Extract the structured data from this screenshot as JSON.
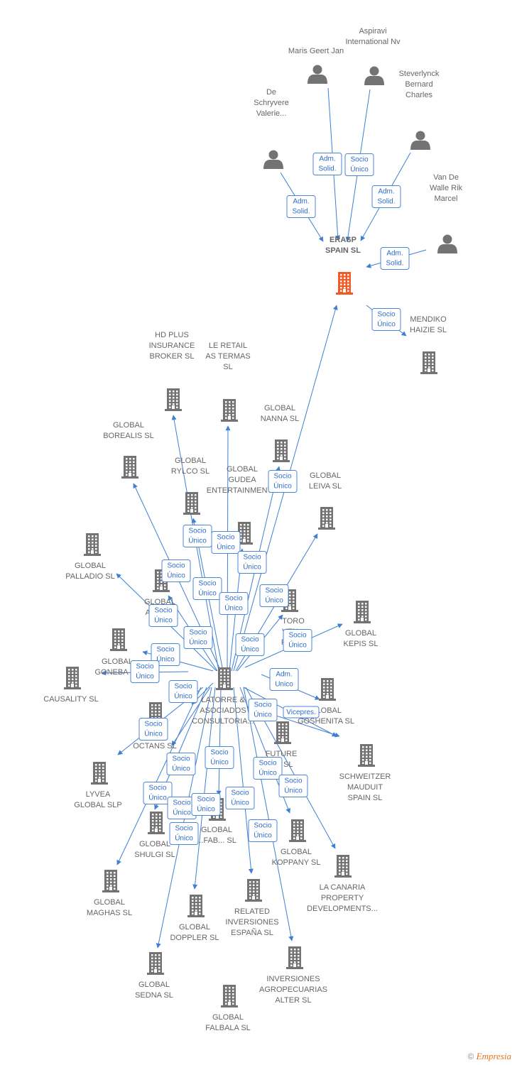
{
  "colors": {
    "edge": "#3f7fd4",
    "company": "#737373",
    "company_main": "#f05a24",
    "person": "#737373",
    "text": "#666666",
    "badge_text": "#2e6cc4"
  },
  "copyright": {
    "symbol": "©",
    "brand": "Empresia"
  },
  "nodes": [
    {
      "id": "maris",
      "type": "person",
      "lines": [
        "Maris Geert Jan"
      ]
    },
    {
      "id": "aspiravi",
      "type": "person",
      "lines": [
        "Aspiravi",
        "International Nv"
      ]
    },
    {
      "id": "steverlynck",
      "type": "person",
      "lines": [
        "Steverlynck",
        "Bernard",
        "Charles"
      ]
    },
    {
      "id": "deschryvere",
      "type": "person",
      "lines": [
        "De",
        "Schryvere",
        "Valerie..."
      ]
    },
    {
      "id": "vandewalle",
      "type": "person",
      "lines": [
        "Van De",
        "Walle Rik",
        "Marcel"
      ]
    },
    {
      "id": "erasp",
      "type": "main",
      "lines": [
        "ERASP",
        "SPAIN  SL"
      ]
    },
    {
      "id": "mendiko",
      "type": "company",
      "lines": [
        "MENDIKO",
        "HAIZIE  SL"
      ]
    },
    {
      "id": "hdplus",
      "type": "company",
      "lines": [
        "HD PLUS",
        "INSURANCE",
        "BROKER  SL"
      ]
    },
    {
      "id": "leretail",
      "type": "company",
      "lines": [
        "LE RETAIL",
        "AS TERMAS",
        "SL"
      ]
    },
    {
      "id": "nanna",
      "type": "company",
      "lines": [
        "GLOBAL",
        "NANNA  SL"
      ]
    },
    {
      "id": "borealis",
      "type": "company",
      "lines": [
        "GLOBAL",
        "BOREALIS  SL"
      ]
    },
    {
      "id": "rylco",
      "type": "company",
      "lines": [
        "GLOBAL",
        "RYLCO  SL"
      ]
    },
    {
      "id": "gudea",
      "type": "company",
      "lines": [
        "GLOBAL",
        "GUDEA",
        "ENTERTAINMENT..."
      ]
    },
    {
      "id": "leiva",
      "type": "company",
      "lines": [
        "GLOBAL",
        "LEIVA  SL"
      ]
    },
    {
      "id": "palladio",
      "type": "company",
      "lines": [
        "GLOBAL",
        "PALLADIO  SL"
      ]
    },
    {
      "id": "ar",
      "type": "company",
      "lines": [
        "GLOBAL",
        "AR...  SL"
      ]
    },
    {
      "id": "toro",
      "type": "company",
      "lines": [
        "TORO",
        "VEN...",
        "FINA..."
      ]
    },
    {
      "id": "kepis",
      "type": "company",
      "lines": [
        "GLOBAL",
        "KEPIS  SL"
      ]
    },
    {
      "id": "goneba",
      "type": "company",
      "lines": [
        "GLOBAL",
        "GONEBA  SL"
      ]
    },
    {
      "id": "causality",
      "type": "company",
      "lines": [
        "CAUSALITY  SL"
      ]
    },
    {
      "id": "latorre",
      "type": "company",
      "lines": [
        "LATORRE &",
        "ASOCIADOS",
        "CONSULTORIA..."
      ]
    },
    {
      "id": "goshenita",
      "type": "company",
      "lines": [
        "GLOBAL",
        "GOSHENITA SL"
      ]
    },
    {
      "id": "octans",
      "type": "company",
      "lines": [
        "OCTANS  SL"
      ]
    },
    {
      "id": "future",
      "type": "company",
      "lines": [
        "FUTURE",
        "...E  SL"
      ]
    },
    {
      "id": "schweitzer",
      "type": "company",
      "lines": [
        "SCHWEITZER",
        "MAUDUIT",
        "SPAIN  SL"
      ]
    },
    {
      "id": "lyvea",
      "type": "company",
      "lines": [
        "LYVEA",
        "GLOBAL  SLP"
      ]
    },
    {
      "id": "shulgi",
      "type": "company",
      "lines": [
        "GLOBAL",
        "SHULGI  SL"
      ]
    },
    {
      "id": "fab",
      "type": "company",
      "lines": [
        "GLOBAL",
        "...FAB...  SL"
      ]
    },
    {
      "id": "koppany",
      "type": "company",
      "lines": [
        "GLOBAL",
        "KOPPANY  SL"
      ]
    },
    {
      "id": "lacanaria",
      "type": "company",
      "lines": [
        "LA CANARIA",
        "PROPERTY",
        "DEVELOPMENTS..."
      ]
    },
    {
      "id": "maghas",
      "type": "company",
      "lines": [
        "GLOBAL",
        "MAGHAS  SL"
      ]
    },
    {
      "id": "doppler",
      "type": "company",
      "lines": [
        "GLOBAL",
        "DOPPLER  SL"
      ]
    },
    {
      "id": "related",
      "type": "company",
      "lines": [
        "RELATED",
        "INVERSIONES",
        "ESPAÑA  SL"
      ]
    },
    {
      "id": "sedna",
      "type": "company",
      "lines": [
        "GLOBAL",
        "SEDNA  SL"
      ]
    },
    {
      "id": "alter",
      "type": "company",
      "lines": [
        "INVERSIONES",
        "AGROPECUARIAS",
        "ALTER  SL"
      ]
    },
    {
      "id": "falbala",
      "type": "company",
      "lines": [
        "GLOBAL",
        "FALBALA  SL"
      ]
    }
  ],
  "edges": [
    {
      "from": "maris",
      "to": "erasp",
      "label": [
        "Adm.",
        "Solid."
      ]
    },
    {
      "from": "aspiravi",
      "to": "erasp",
      "label": [
        "Socio",
        "Único"
      ]
    },
    {
      "from": "steverlynck",
      "to": "erasp",
      "label": [
        "Adm.",
        "Solid."
      ]
    },
    {
      "from": "deschryvere",
      "to": "erasp",
      "label": [
        "Adm.",
        "Solid."
      ]
    },
    {
      "from": "vandewalle",
      "to": "erasp",
      "label": [
        "Adm.",
        "Solid."
      ]
    },
    {
      "from": "erasp",
      "to": "mendiko",
      "label": [
        "Socio",
        "Único"
      ]
    },
    {
      "from": "latorre",
      "to": "erasp",
      "label": [
        "Socio",
        "Único"
      ]
    },
    {
      "from": "latorre",
      "to": "hdplus",
      "label": [
        "Socio",
        "Único"
      ]
    },
    {
      "from": "latorre",
      "to": "leretail",
      "label": [
        "Socio",
        "Único"
      ]
    },
    {
      "from": "latorre",
      "to": "nanna",
      "label": [
        "Socio",
        "Único"
      ]
    },
    {
      "from": "latorre",
      "to": "borealis",
      "label": [
        "Socio",
        "Único"
      ]
    },
    {
      "from": "latorre",
      "to": "rylco",
      "label": [
        "Socio",
        "Único"
      ]
    },
    {
      "from": "latorre",
      "to": "gudea",
      "label": [
        "Socio",
        "Único"
      ]
    },
    {
      "from": "latorre",
      "to": "leiva",
      "label": [
        "Socio",
        "Único"
      ]
    },
    {
      "from": "latorre",
      "to": "palladio",
      "label": [
        "Socio",
        "Único"
      ]
    },
    {
      "from": "latorre",
      "to": "ar",
      "label": [
        "Socio",
        "Único"
      ]
    },
    {
      "from": "latorre",
      "to": "toro",
      "label": [
        "Socio",
        "Único"
      ]
    },
    {
      "from": "latorre",
      "to": "kepis",
      "label": [
        "Socio",
        "Único"
      ]
    },
    {
      "from": "latorre",
      "to": "goneba",
      "label": [
        "Socio",
        "Único"
      ]
    },
    {
      "from": "latorre",
      "to": "causality",
      "label": [
        "Socio",
        "Único"
      ]
    },
    {
      "from": "latorre",
      "to": "goshenita",
      "label": [
        "Adm.",
        "Unico"
      ]
    },
    {
      "from": "latorre",
      "to": "octans",
      "label": [
        "Socio",
        "Único"
      ]
    },
    {
      "from": "latorre",
      "to": "future",
      "label": [
        "Vicepres."
      ]
    },
    {
      "from": "latorre",
      "to": "schweitzer",
      "label": [
        "Socio",
        "Único"
      ]
    },
    {
      "from": "latorre",
      "to": "lyvea",
      "label": [
        "Socio",
        "Único"
      ]
    },
    {
      "from": "latorre",
      "to": "shulgi",
      "label": [
        "Socio",
        "Único"
      ]
    },
    {
      "from": "latorre",
      "to": "fab",
      "label": [
        "Socio",
        "Único"
      ]
    },
    {
      "from": "latorre",
      "to": "koppany",
      "label": [
        "Socio",
        "Único"
      ]
    },
    {
      "from": "latorre",
      "to": "lacanaria",
      "label": [
        "Socio",
        "Único"
      ]
    },
    {
      "from": "latorre",
      "to": "maghas",
      "label": [
        "Socio",
        "Único"
      ]
    },
    {
      "from": "latorre",
      "to": "doppler",
      "label": [
        "Socio",
        "Único"
      ]
    },
    {
      "from": "latorre",
      "to": "related",
      "label": [
        "Socio",
        "Único"
      ]
    },
    {
      "from": "latorre",
      "to": "sedna",
      "label": [
        "Socio",
        "Único"
      ]
    },
    {
      "from": "latorre",
      "to": "alter",
      "label": [
        "Socio",
        "Único"
      ]
    },
    {
      "from": "latorre",
      "to": "falbala",
      "label": [
        "Socio",
        "Único"
      ]
    }
  ]
}
